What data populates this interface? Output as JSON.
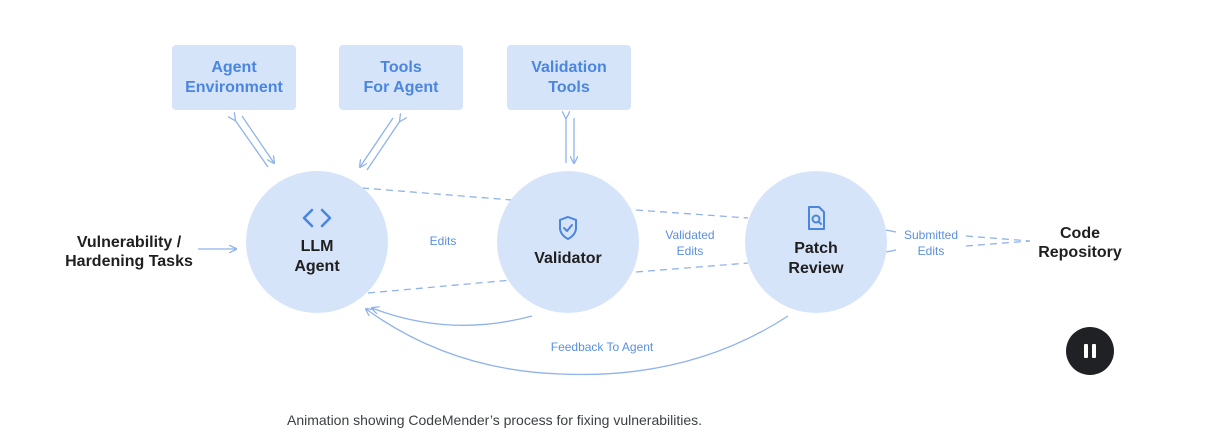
{
  "boxes": {
    "agent_env": [
      "Agent",
      "Environment"
    ],
    "tools_for_agent": [
      "Tools",
      "For Agent"
    ],
    "validation_tools": [
      "Validation",
      "Tools"
    ]
  },
  "nodes": {
    "llm_agent": [
      "LLM",
      "Agent"
    ],
    "validator": "Validator",
    "patch_review": [
      "Patch",
      "Review"
    ]
  },
  "external": {
    "input": [
      "Vulnerability /",
      "Hardening Tasks"
    ],
    "output": [
      "Code",
      "Repository"
    ]
  },
  "edge_labels": {
    "edits": "Edits",
    "validated_edits": [
      "Validated",
      "Edits"
    ],
    "submitted_edits": [
      "Submitted",
      "Edits"
    ],
    "feedback": "Feedback To Agent"
  },
  "icons": {
    "llm_agent": "code-brackets-icon",
    "validator": "shield-check-icon",
    "patch_review": "document-search-icon",
    "control": "pause-icon"
  },
  "colors": {
    "node_fill": "#d6e4fa",
    "accent": "#4a86e0",
    "line": "#8fb3ea",
    "control_bg": "#202124"
  },
  "caption": "Animation showing CodeMender’s process for fixing vulnerabilities."
}
